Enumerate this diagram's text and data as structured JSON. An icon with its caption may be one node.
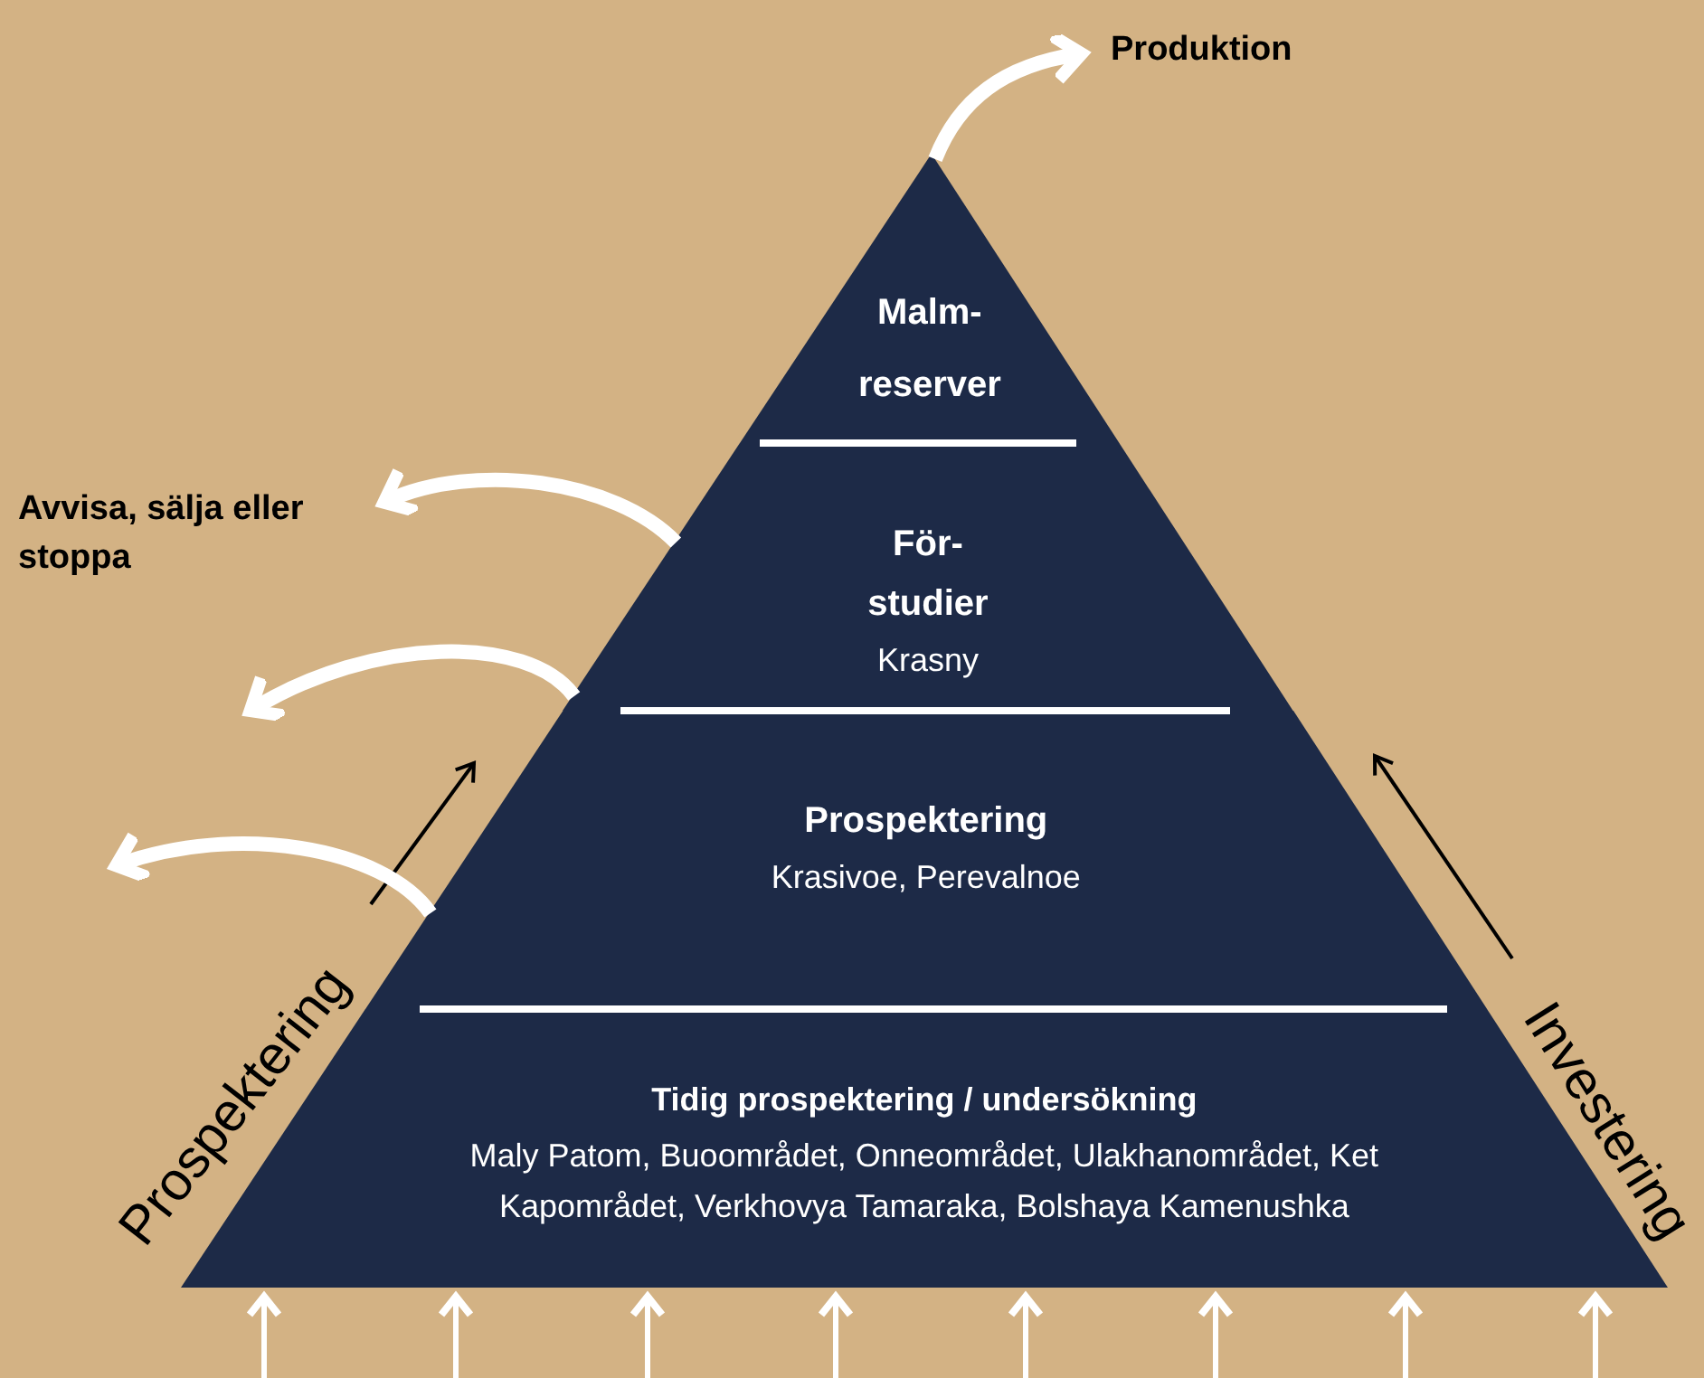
{
  "diagram": {
    "nodes": [
      {
        "text": [
          "Malm- reserver"
        ]
      },
      {
        "text": [
          "För- studier",
          "Krasny"
        ]
      },
      {
        "text": [
          "Prospektering",
          "Krasivoe, Perevalnoe"
        ]
      },
      {
        "text": [
          "Tidig prospektering / undersökning",
          "Maly Patom, Buoområdet, Onneområdet, Ulakhanområdet, Ket Kapområdet, Verkhovya Tamaraka, Bolshaya Kamenushka"
        ]
      },
      {
        "text": [
          "Produktion"
        ]
      },
      {
        "text": [
          "Avvisa, sälja eller stoppa"
        ]
      }
    ],
    "edges": [
      {
        "from": 0,
        "to": 4,
        "arrow": "to",
        "style": "thick"
      },
      {
        "from": 1,
        "to": 5,
        "arrow": "to",
        "style": "thick"
      },
      {
        "from": 1,
        "to": null,
        "arrow": "to",
        "style": "thick"
      },
      {
        "from": 2,
        "to": null,
        "arrow": "to",
        "style": "thick"
      },
      {
        "from": null,
        "to": 3,
        "arrow": "to"
      },
      {
        "from": null,
        "to": 3,
        "arrow": "to"
      },
      {
        "from": null,
        "to": 3,
        "arrow": "to"
      },
      {
        "from": null,
        "to": 3,
        "arrow": "to"
      },
      {
        "from": null,
        "to": 3,
        "arrow": "to"
      },
      {
        "from": null,
        "to": 3,
        "arrow": "to"
      },
      {
        "from": null,
        "to": 3,
        "arrow": "to"
      },
      {
        "from": null,
        "to": 3,
        "arrow": "to"
      }
    ],
    "labels": [
      "Prospektering",
      "Investering"
    ]
  }
}
